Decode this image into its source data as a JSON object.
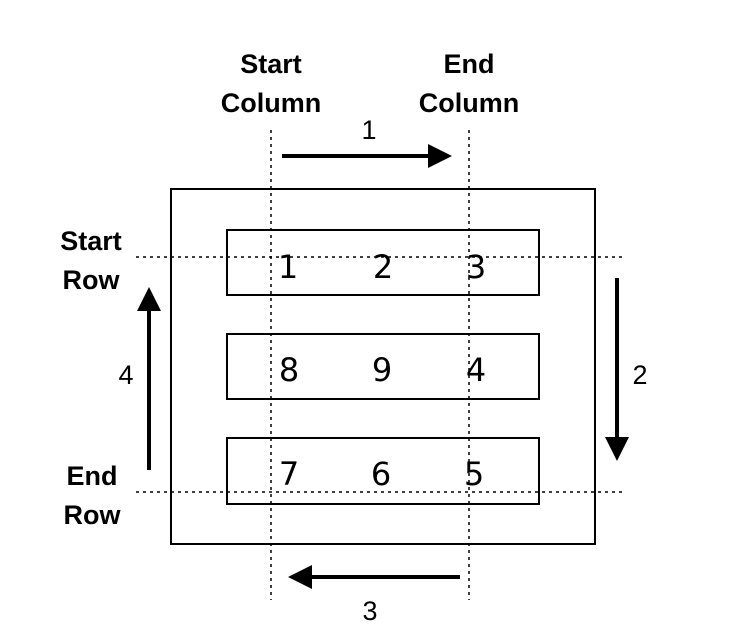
{
  "labels": {
    "start_column": [
      "Start",
      "Column"
    ],
    "end_column": [
      "End",
      "Column"
    ],
    "start_row": [
      "Start",
      "Row"
    ],
    "end_row": [
      "End",
      "Row"
    ]
  },
  "steps": {
    "top": "1",
    "right": "2",
    "bottom": "3",
    "left": "4"
  },
  "grid": {
    "row1": [
      "1",
      "2",
      "3"
    ],
    "row2": [
      "8",
      "9",
      "4"
    ],
    "row3": [
      "7",
      "6",
      "5"
    ]
  }
}
